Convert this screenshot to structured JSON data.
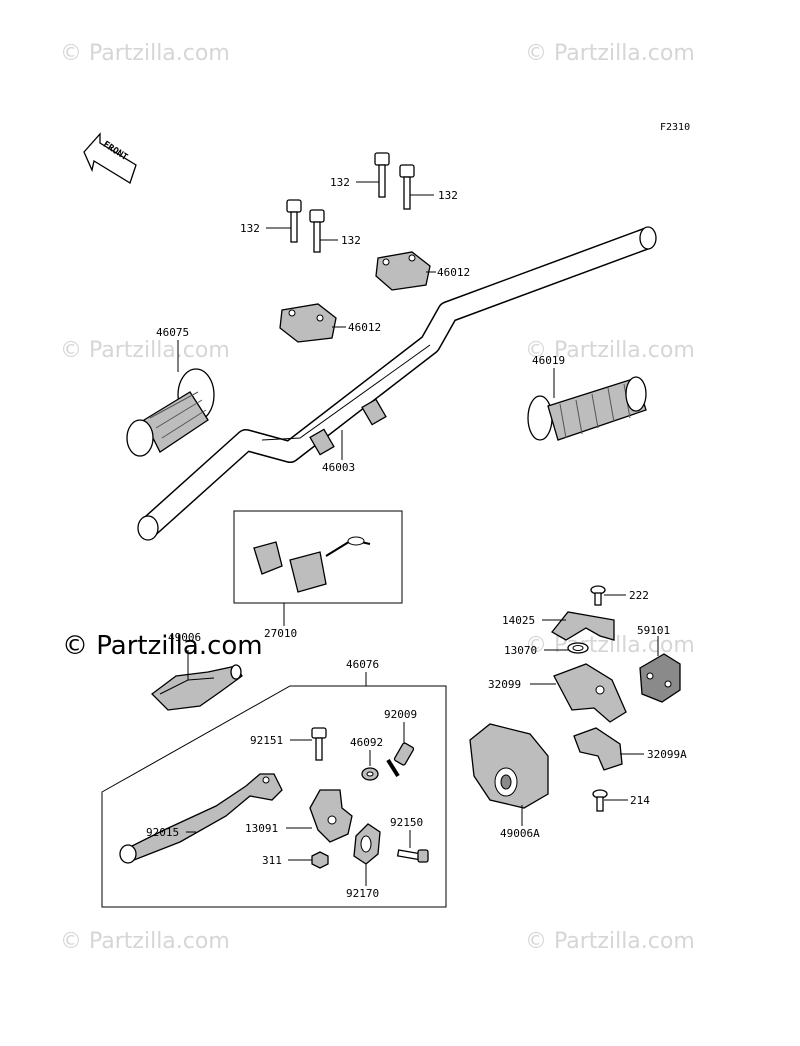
{
  "figure_id": "F2310",
  "front_marker": "FRONT",
  "watermark": "© Partzilla.com",
  "watermark_main": "© Partzilla.com",
  "parts": [
    {
      "id": "132a",
      "label": "132"
    },
    {
      "id": "132b",
      "label": "132"
    },
    {
      "id": "132c",
      "label": "132"
    },
    {
      "id": "132d",
      "label": "132"
    },
    {
      "id": "46012a",
      "label": "46012"
    },
    {
      "id": "46012b",
      "label": "46012"
    },
    {
      "id": "46075",
      "label": "46075"
    },
    {
      "id": "46019",
      "label": "46019"
    },
    {
      "id": "46003",
      "label": "46003"
    },
    {
      "id": "27010",
      "label": "27010"
    },
    {
      "id": "222",
      "label": "222"
    },
    {
      "id": "14025",
      "label": "14025"
    },
    {
      "id": "59101",
      "label": "59101"
    },
    {
      "id": "13070",
      "label": "13070"
    },
    {
      "id": "32099",
      "label": "32099"
    },
    {
      "id": "32099A",
      "label": "32099A"
    },
    {
      "id": "214",
      "label": "214"
    },
    {
      "id": "49006A",
      "label": "49006A"
    },
    {
      "id": "49006",
      "label": "49006"
    },
    {
      "id": "46076",
      "label": "46076"
    },
    {
      "id": "92009",
      "label": "92009"
    },
    {
      "id": "92151",
      "label": "92151"
    },
    {
      "id": "92015",
      "label": "92015"
    },
    {
      "id": "46092",
      "label": "46092"
    },
    {
      "id": "13091",
      "label": "13091"
    },
    {
      "id": "92150",
      "label": "92150"
    },
    {
      "id": "311",
      "label": "311"
    },
    {
      "id": "92170",
      "label": "92170"
    }
  ]
}
